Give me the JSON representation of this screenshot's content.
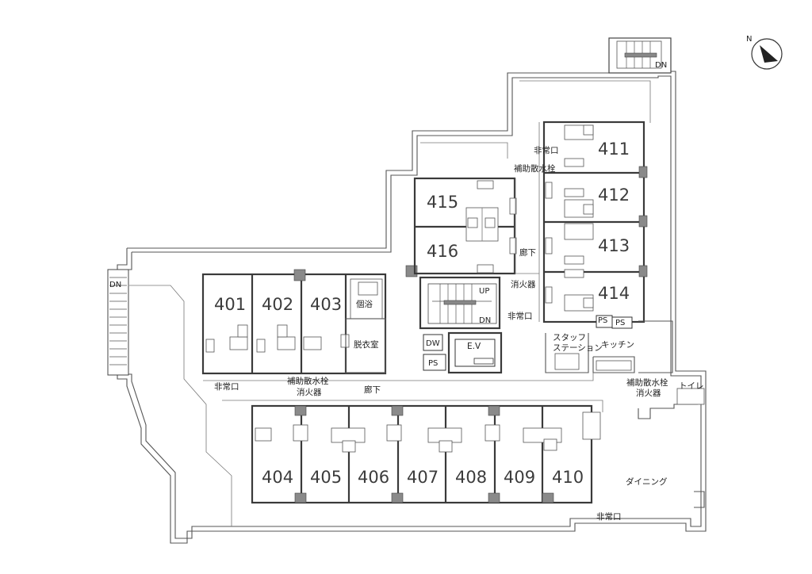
{
  "rooms": {
    "r401": "401",
    "r402": "402",
    "r403": "403",
    "r404": "404",
    "r405": "405",
    "r406": "406",
    "r407": "407",
    "r408": "408",
    "r409": "409",
    "r410": "410",
    "r411": "411",
    "r412": "412",
    "r413": "413",
    "r414": "414",
    "r415": "415",
    "r416": "416"
  },
  "labels": {
    "private_bath": "個浴",
    "dressing_room": "脱衣室",
    "dw": "DW",
    "ps": "PS",
    "ev": "E.V",
    "up": "UP",
    "dn": "DN",
    "emergency_exit": "非常口",
    "hydrant": "補助散水栓",
    "extinguisher": "消火器",
    "corridor": "廊下",
    "staff_station_1": "スタッフ",
    "staff_station_2": "ステーション",
    "kitchen": "キッチン",
    "toilet": "トイレ",
    "dining": "ダイニング"
  },
  "compass": {
    "north": "N",
    "icon": "compass-icon"
  },
  "colors": {
    "wall": "#3a3a3a",
    "column": "#8a8a8a",
    "text": "#222222"
  }
}
